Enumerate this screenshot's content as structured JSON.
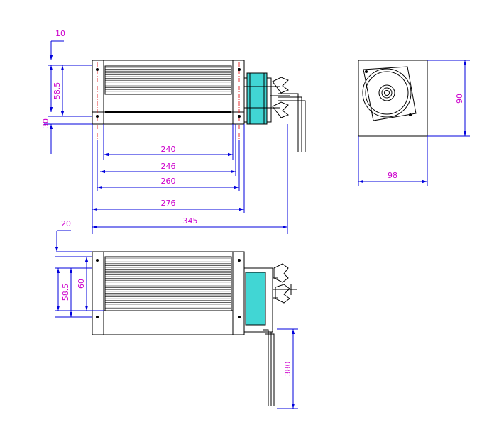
{
  "dimensions": {
    "d10": "10",
    "d58_5_top": "58.5",
    "d30": "30",
    "d240": "240",
    "d246": "246",
    "d260": "260",
    "d276": "276",
    "d345": "345",
    "d90": "90",
    "d98": "98",
    "d20": "20",
    "d58_5_bottom": "58.5",
    "d60": "60",
    "d380": "380"
  },
  "colors": {
    "dimension_text": "#cc00cc",
    "dimension_line": "#0000dd",
    "motor_fill": "#41d6d4",
    "center_line": "#dd0000",
    "outline": "#000000"
  }
}
